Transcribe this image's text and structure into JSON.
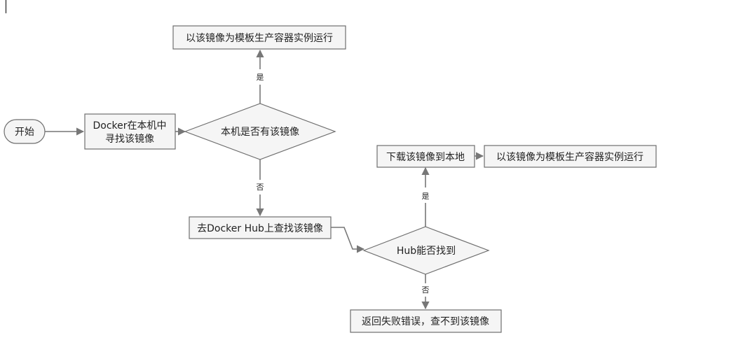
{
  "colors": {
    "node_fill": "#f5f5f5",
    "node_stroke": "#6e6e6e",
    "edge": "#777777",
    "text": "#222222"
  },
  "nodes": {
    "start": "开始",
    "search_local_line1": "Docker在本机中",
    "search_local_line2": "寻找该镜像",
    "local_decision": "本机是否有该镜像",
    "run_top": "以该镜像为模板生产容器实例运行",
    "search_hub": "去Docker Hub上查找该镜像",
    "hub_decision": "Hub能否找到",
    "download": "下载该镜像到本地",
    "run_right": "以该镜像为模板生产容器实例运行",
    "fail": "返回失败错误，查不到该镜像"
  },
  "edges": {
    "local_yes": "是",
    "local_no": "否",
    "hub_yes": "是",
    "hub_no": "否"
  }
}
